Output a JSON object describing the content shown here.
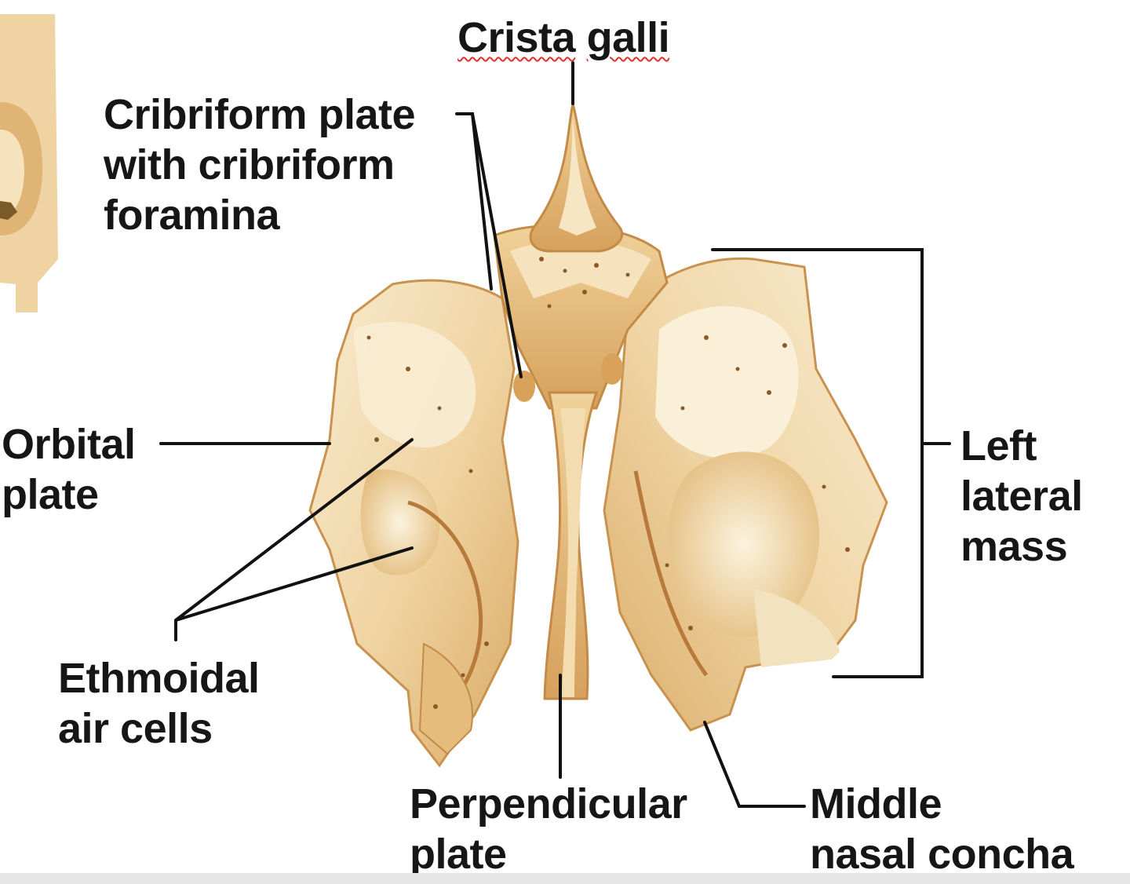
{
  "labels": {
    "crista_galli": {
      "first": "Crista",
      "second": "galli"
    },
    "cribriform": {
      "line1": "Cribriform plate",
      "line2": "with cribriform",
      "line3": "foramina"
    },
    "orbital": {
      "line1": "Orbital",
      "line2": "plate"
    },
    "ethmoidal": {
      "line1": "Ethmoidal",
      "line2": "air cells"
    },
    "perpendicular": {
      "line1": "Perpendicular",
      "line2": "plate"
    },
    "middle_concha": {
      "line1": "Middle",
      "line2_a": "nasal",
      "line2_b": "concha"
    },
    "left_lateral": {
      "line1": "Left",
      "line2": "lateral",
      "line3": "mass"
    }
  },
  "colors": {
    "bone_light": "#f6e7c4",
    "bone_mid": "#ecc98d",
    "bone_shadow": "#c98e4a",
    "leader": "#111111",
    "spellcheck": "#e03030"
  }
}
